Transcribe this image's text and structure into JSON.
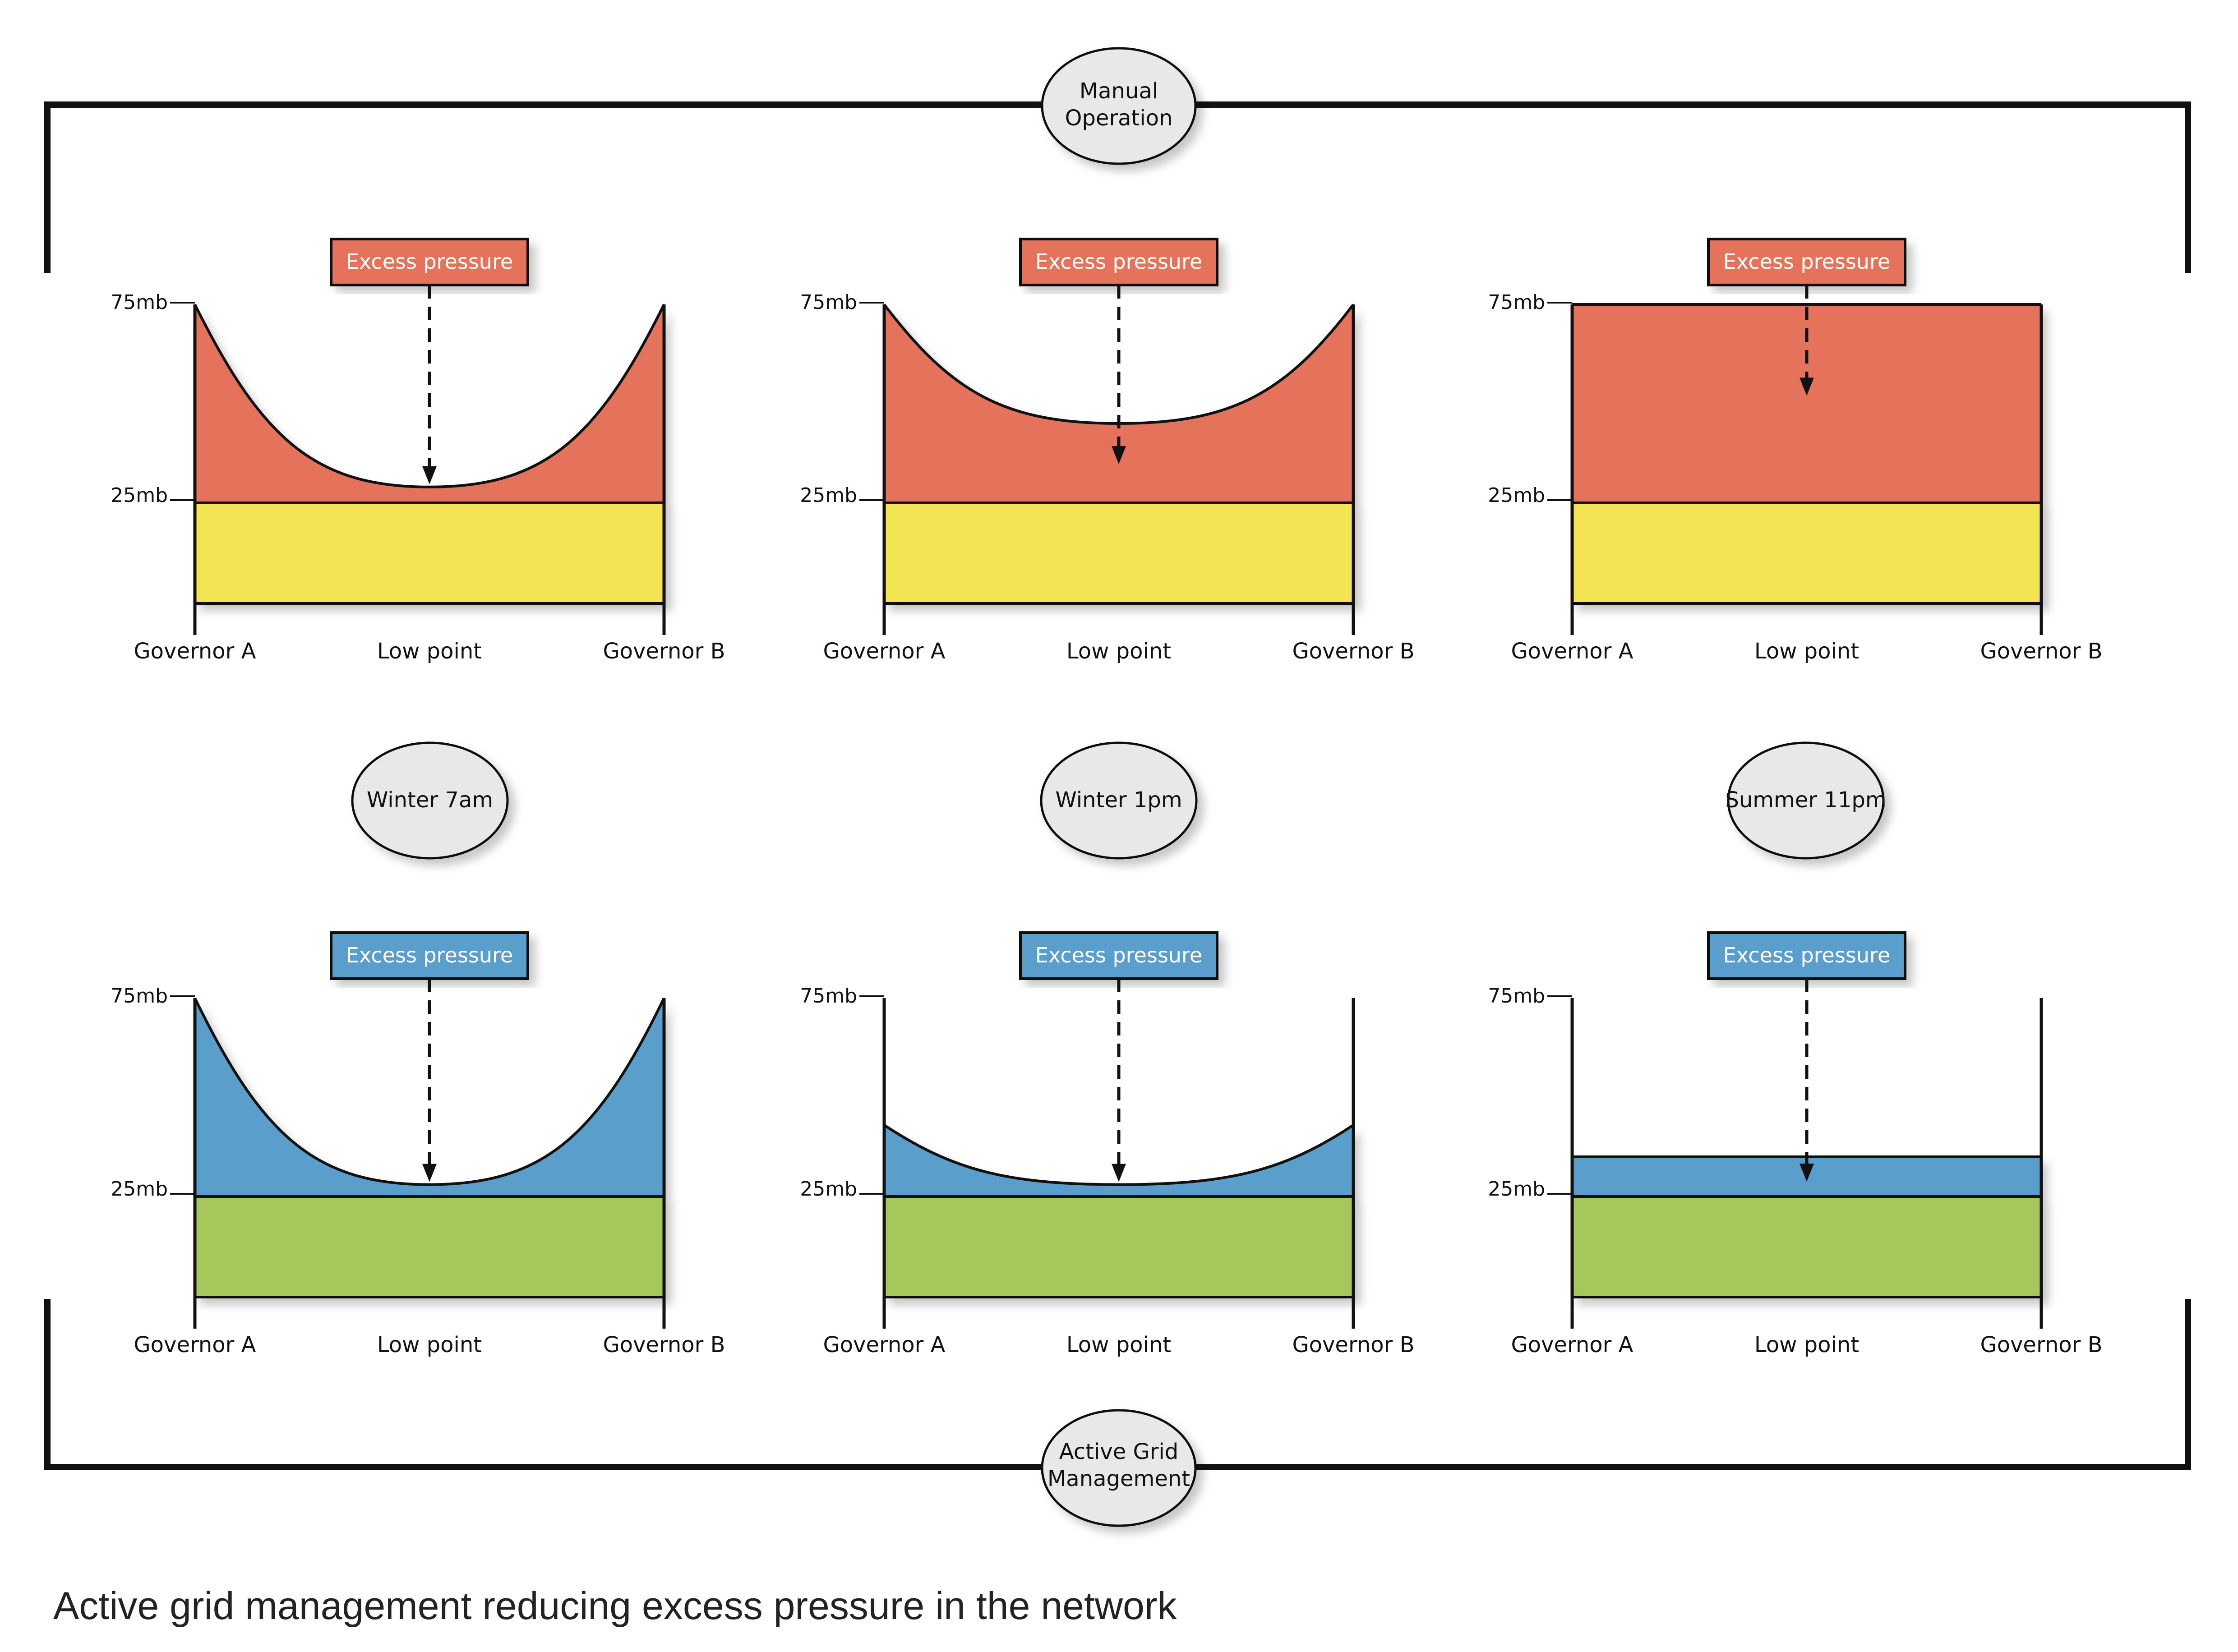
{
  "caption": "Active grid management reducing excess pressure in the network",
  "manual_label": [
    "Manual",
    "Operation"
  ],
  "active_label": [
    "Active Grid",
    "Management"
  ],
  "colors": {
    "manual_excess": "#e5735c",
    "manual_base": "#f2e452",
    "active_excess": "#5a9ecb",
    "active_base": "#a4c85c",
    "oval_fill": "#e6e9e7",
    "outline": "#111111"
  },
  "excess_label": "Excess pressure",
  "tick_high": "75mb",
  "tick_low": "25mb",
  "axis_labels": [
    "Governor A",
    "Low point",
    "Governor B"
  ],
  "scenarios": [
    {
      "name": "Winter 7am",
      "manual": {
        "ends": 75,
        "low": 29,
        "shape": "curve"
      },
      "active": {
        "ends": 75,
        "low": 28,
        "shape": "curve"
      }
    },
    {
      "name": "Winter 1pm",
      "manual": {
        "ends": 75,
        "low": 45,
        "shape": "curve"
      },
      "active": {
        "ends": 43,
        "low": 28,
        "shape": "curve"
      }
    },
    {
      "name": "Summer 11pm",
      "manual": {
        "ends": 75,
        "low": 75,
        "shape": "flat"
      },
      "active": {
        "ends": 35,
        "low": 35,
        "shape": "flat"
      }
    }
  ]
}
